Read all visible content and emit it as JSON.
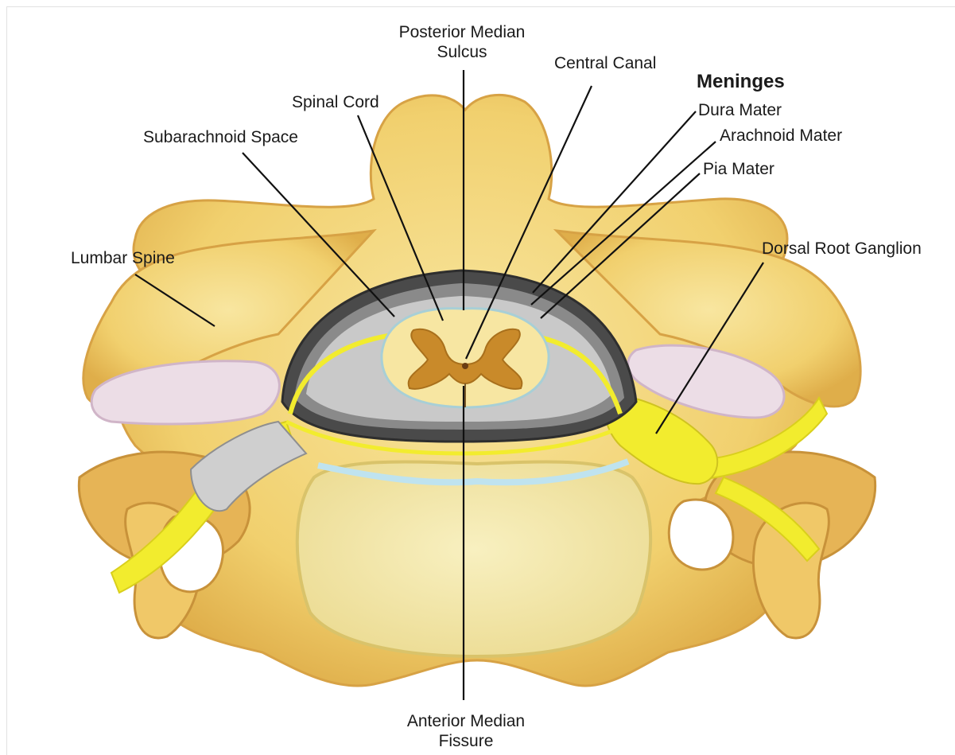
{
  "labels": {
    "posterior_median_sulcus": [
      "Posterior Median",
      "Sulcus"
    ],
    "central_canal": "Central Canal",
    "meninges": "Meninges",
    "dura_mater": "Dura Mater",
    "arachnoid_mater": "Arachnoid Mater",
    "pia_mater": "Pia Mater",
    "spinal_cord": "Spinal Cord",
    "subarachnoid_space": "Subarachnoid Space",
    "lumbar_spine": "Lumbar Spine",
    "dorsal_root_ganglion": "Dorsal Root Ganglion",
    "anterior_median_fissure": [
      "Anterior Median",
      "Fissure"
    ]
  },
  "colors": {
    "bone": "#f4d77a",
    "bone_edge": "#d9a84a",
    "vertebral_body": "#f6ecb0",
    "nerve": "#f2ec2e",
    "dura": "#4a4a4a",
    "grey_matter": "#c98a2a",
    "white_matter": "#f7e6a2",
    "facet": "#ecdde6"
  }
}
